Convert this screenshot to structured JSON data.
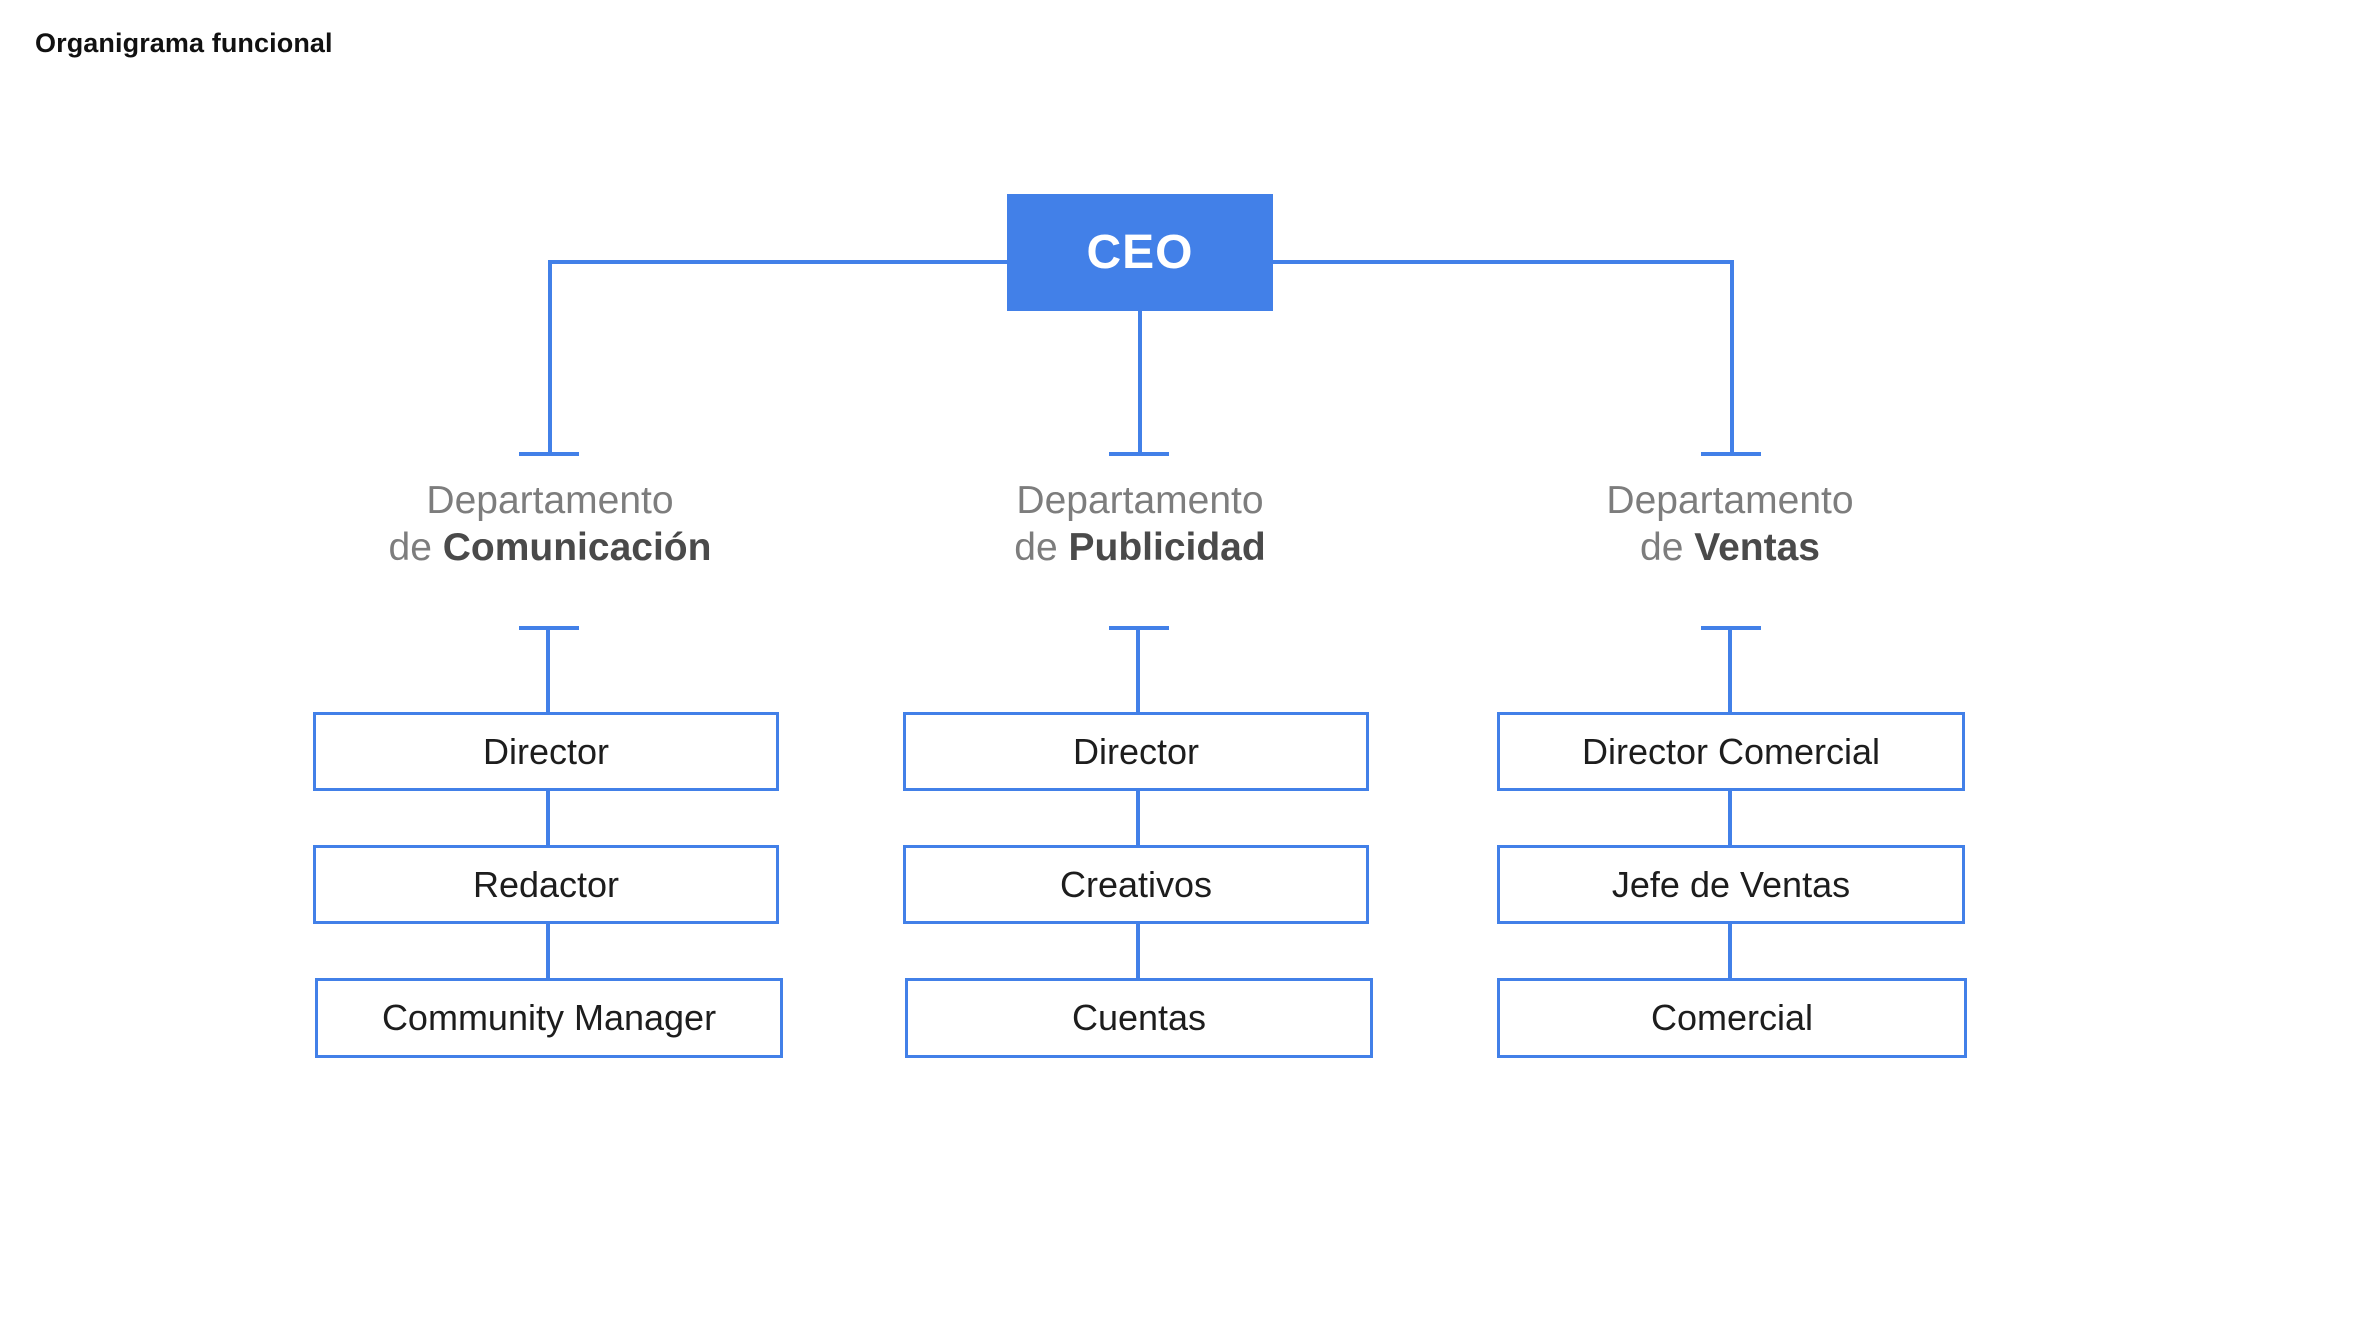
{
  "page": {
    "title": "Organigrama funcional",
    "background_color": "#ffffff"
  },
  "colors": {
    "accent_blue": "#4280e8",
    "title_text": "#111111",
    "dept_light_text": "#7d7d7d",
    "dept_bold_text": "#4a4a4a",
    "role_text": "#1d1d1d",
    "ceo_text": "#ffffff"
  },
  "chart_data": {
    "type": "diagram",
    "diagram_kind": "organizational-chart",
    "title": "Organigrama funcional",
    "root": {
      "label": "CEO",
      "style": "filled-blue"
    },
    "branches": [
      {
        "dept_prefix_line1": "Departamento",
        "dept_prefix_line2": "de ",
        "dept_name": "Comunicación",
        "roles": [
          "Director",
          "Redactor",
          "Community Manager"
        ]
      },
      {
        "dept_prefix_line1": "Departamento",
        "dept_prefix_line2": "de ",
        "dept_name": "Publicidad",
        "roles": [
          "Director",
          "Creativos",
          "Cuentas"
        ]
      },
      {
        "dept_prefix_line1": "Departamento",
        "dept_prefix_line2": "de ",
        "dept_name": "Ventas",
        "roles": [
          "Director Comercial",
          "Jefe de Ventas",
          "Comercial"
        ]
      }
    ]
  },
  "ceo": {
    "label": "CEO"
  },
  "departments": [
    {
      "prefix_line1": "Departamento",
      "prefix_line2": "de ",
      "name": "Comunicación",
      "roles": [
        {
          "label": "Director"
        },
        {
          "label": "Redactor"
        },
        {
          "label": "Community Manager"
        }
      ]
    },
    {
      "prefix_line1": "Departamento",
      "prefix_line2": "de ",
      "name": "Publicidad",
      "roles": [
        {
          "label": "Director"
        },
        {
          "label": "Creativos"
        },
        {
          "label": "Cuentas"
        }
      ]
    },
    {
      "prefix_line1": "Departamento",
      "prefix_line2": "de ",
      "name": "Ventas",
      "roles": [
        {
          "label": "Director Comercial"
        },
        {
          "label": "Jefe de Ventas"
        },
        {
          "label": "Comercial"
        }
      ]
    }
  ]
}
